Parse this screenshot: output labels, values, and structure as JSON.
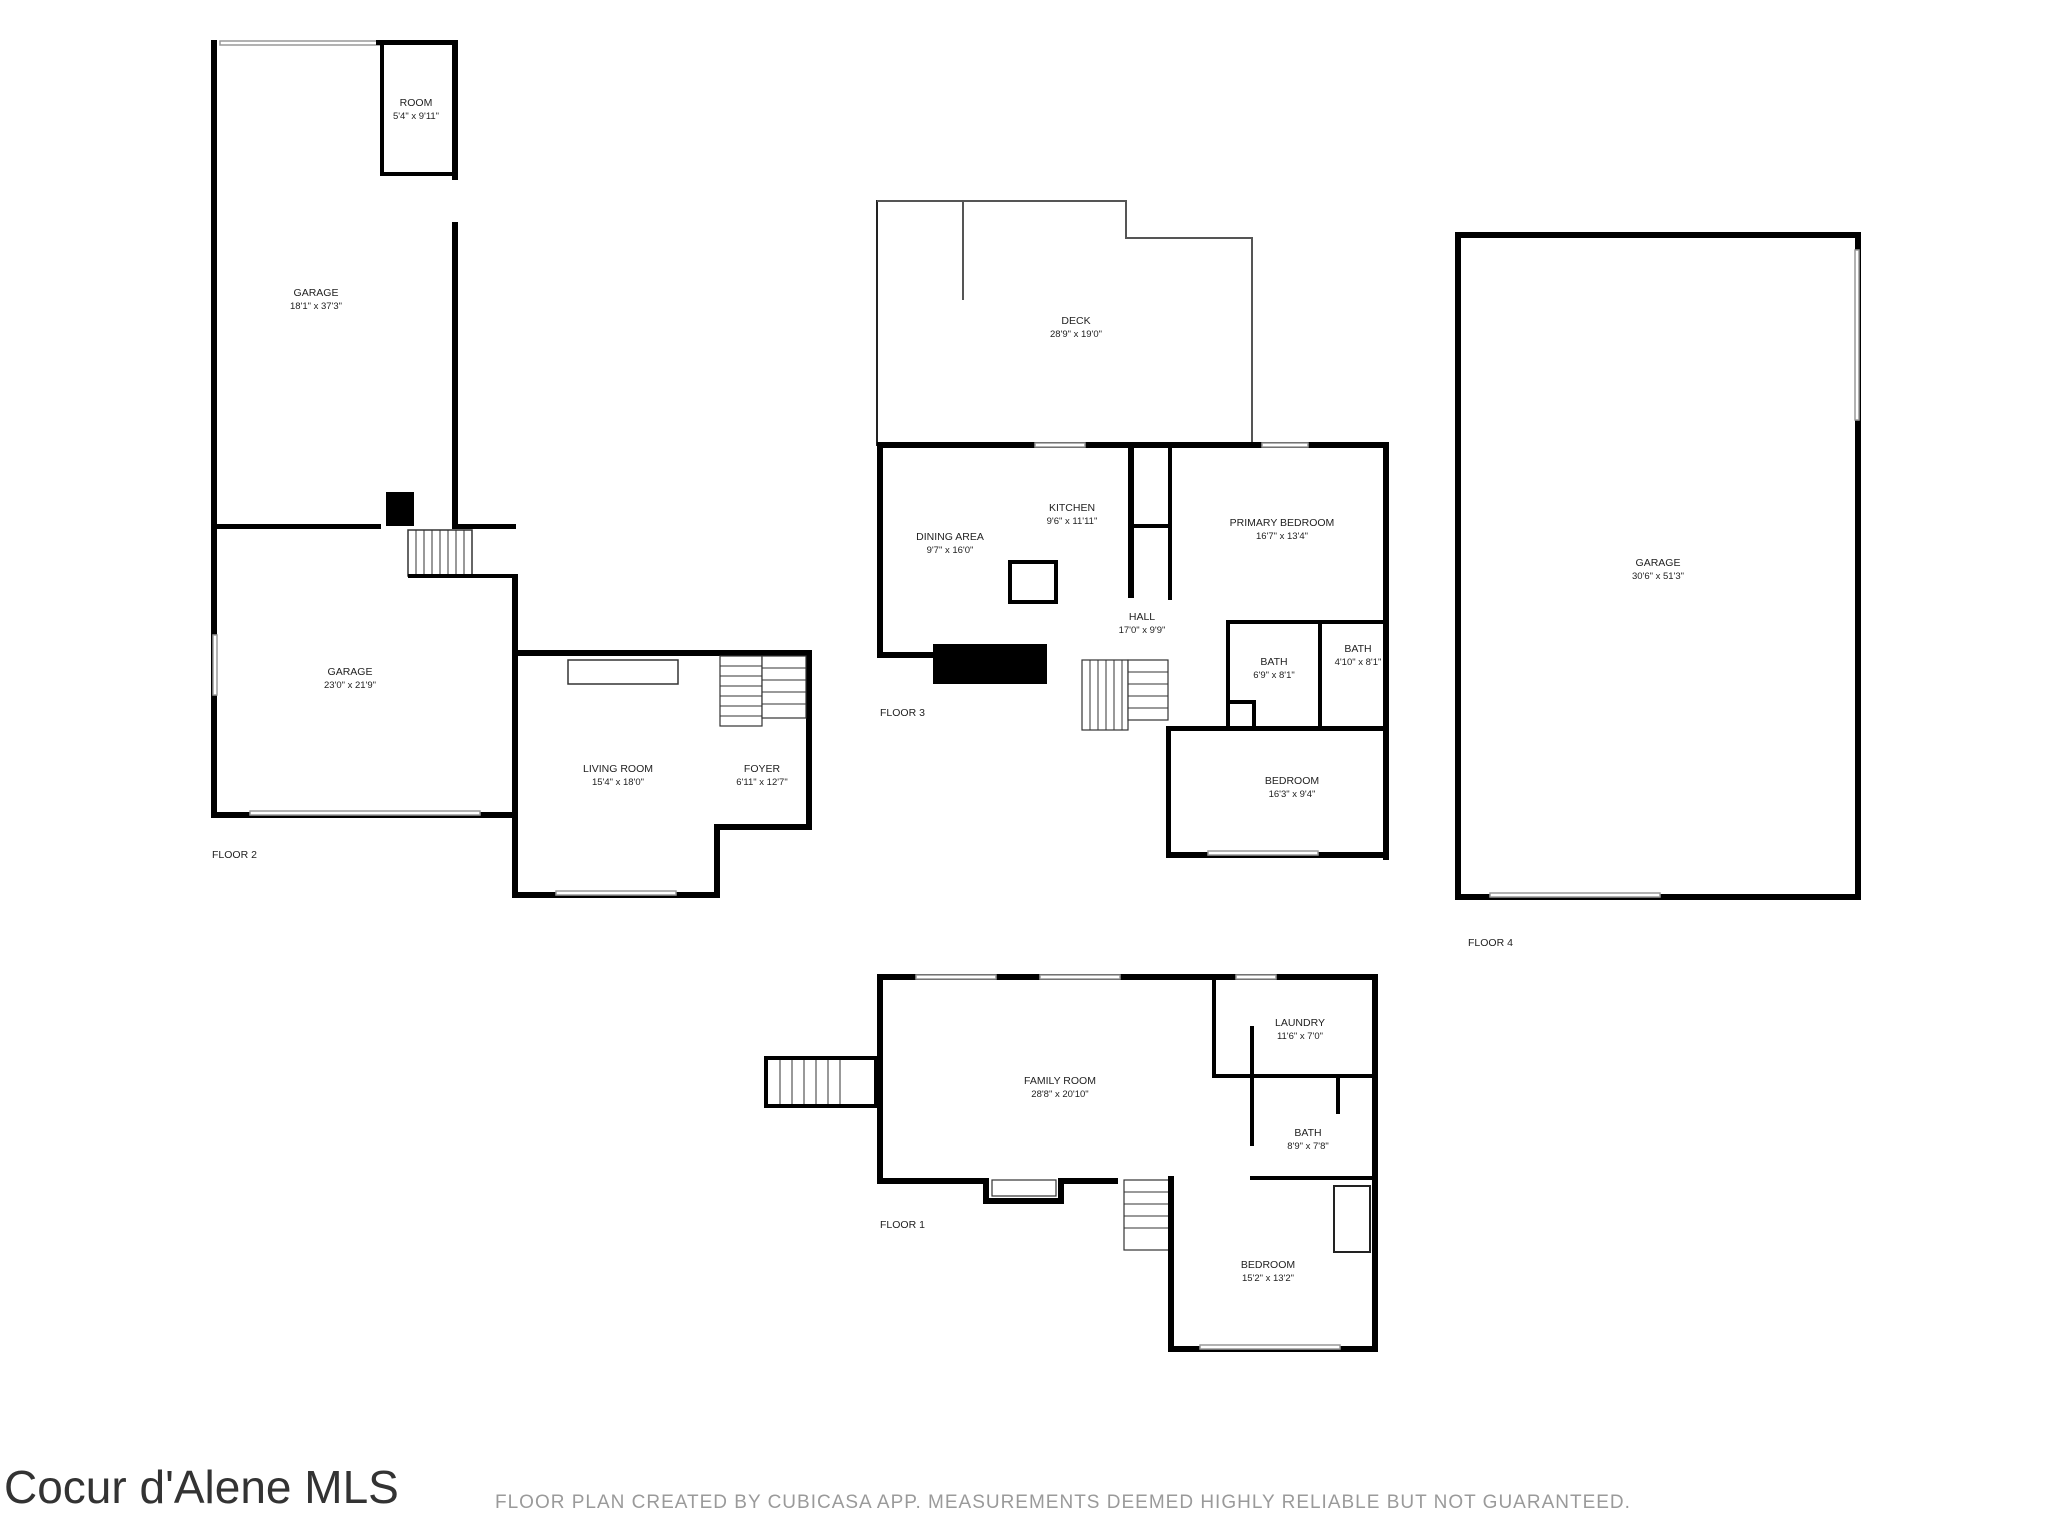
{
  "floors": {
    "floor2": {
      "label": "FLOOR 2",
      "rooms": [
        {
          "id": "garage-a",
          "name": "GARAGE",
          "dims": "18'1\" x 37'3\""
        },
        {
          "id": "room",
          "name": "ROOM",
          "dims": "5'4\" x 9'11\""
        },
        {
          "id": "garage-b",
          "name": "GARAGE",
          "dims": "23'0\" x 21'9\""
        },
        {
          "id": "living-room",
          "name": "LIVING ROOM",
          "dims": "15'4\" x 18'0\""
        },
        {
          "id": "foyer",
          "name": "FOYER",
          "dims": "6'11\" x 12'7\""
        }
      ]
    },
    "floor3": {
      "label": "FLOOR 3",
      "rooms": [
        {
          "id": "deck",
          "name": "DECK",
          "dims": "28'9\" x 19'0\""
        },
        {
          "id": "dining-area",
          "name": "DINING AREA",
          "dims": "9'7\" x 16'0\""
        },
        {
          "id": "kitchen",
          "name": "KITCHEN",
          "dims": "9'6\" x 11'11\""
        },
        {
          "id": "primary-bedroom",
          "name": "PRIMARY BEDROOM",
          "dims": "16'7\" x 13'4\""
        },
        {
          "id": "hall",
          "name": "HALL",
          "dims": "17'0\" x 9'9\""
        },
        {
          "id": "bath-a",
          "name": "BATH",
          "dims": "6'9\" x 8'1\""
        },
        {
          "id": "bath-b",
          "name": "BATH",
          "dims": "4'10\" x 8'1\""
        },
        {
          "id": "bedroom",
          "name": "BEDROOM",
          "dims": "16'3\" x 9'4\""
        }
      ]
    },
    "floor4": {
      "label": "FLOOR 4",
      "rooms": [
        {
          "id": "garage",
          "name": "GARAGE",
          "dims": "30'6\" x 51'3\""
        }
      ]
    },
    "floor1": {
      "label": "FLOOR 1",
      "rooms": [
        {
          "id": "family-room",
          "name": "FAMILY ROOM",
          "dims": "28'8\" x 20'10\""
        },
        {
          "id": "laundry",
          "name": "LAUNDRY",
          "dims": "11'6\" x 7'0\""
        },
        {
          "id": "bath",
          "name": "BATH",
          "dims": "8'9\" x 7'8\""
        },
        {
          "id": "bedroom",
          "name": "BEDROOM",
          "dims": "15'2\" x 13'2\""
        }
      ]
    }
  },
  "watermark": "Cocur d'Alene MLS",
  "disclaimer": "FLOOR PLAN CREATED BY CUBICASA APP. MEASUREMENTS DEEMED HIGHLY RELIABLE BUT NOT GUARANTEED."
}
